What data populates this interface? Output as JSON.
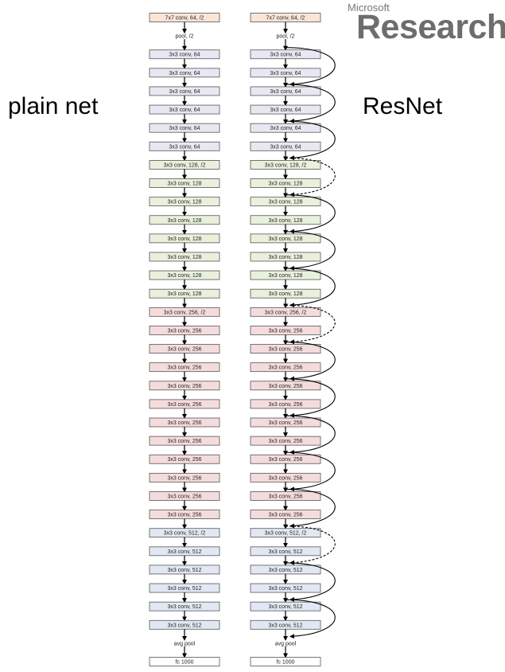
{
  "labels": {
    "plain": "plain net",
    "resnet": "ResNet",
    "logo_small": "Microsoft",
    "logo_big": "Research"
  },
  "colors": {
    "stem": "#fbe5d6",
    "stage64": "#e8e8f2",
    "stage128": "#e9f0dc",
    "stage256": "#f5dcdc",
    "stage512": "#e2e8f3",
    "plain_box": "#ffffff",
    "border": "#555555"
  },
  "layers": [
    {
      "label": "7x7 conv, 64, /2",
      "kind": "stem",
      "boxed": true
    },
    {
      "label": "pool, /2",
      "kind": "plain",
      "boxed": false
    },
    {
      "label": "3x3 conv, 64",
      "kind": "stage64",
      "boxed": true
    },
    {
      "label": "3x3 conv, 64",
      "kind": "stage64",
      "boxed": true
    },
    {
      "label": "3x3 conv, 64",
      "kind": "stage64",
      "boxed": true
    },
    {
      "label": "3x3 conv, 64",
      "kind": "stage64",
      "boxed": true
    },
    {
      "label": "3x3 conv, 64",
      "kind": "stage64",
      "boxed": true
    },
    {
      "label": "3x3 conv, 64",
      "kind": "stage64",
      "boxed": true
    },
    {
      "label": "3x3 conv, 128, /2",
      "kind": "stage128",
      "boxed": true
    },
    {
      "label": "3x3 conv, 128",
      "kind": "stage128",
      "boxed": true
    },
    {
      "label": "3x3 conv, 128",
      "kind": "stage128",
      "boxed": true
    },
    {
      "label": "3x3 conv, 128",
      "kind": "stage128",
      "boxed": true
    },
    {
      "label": "3x3 conv, 128",
      "kind": "stage128",
      "boxed": true
    },
    {
      "label": "3x3 conv, 128",
      "kind": "stage128",
      "boxed": true
    },
    {
      "label": "3x3 conv, 128",
      "kind": "stage128",
      "boxed": true
    },
    {
      "label": "3x3 conv, 128",
      "kind": "stage128",
      "boxed": true
    },
    {
      "label": "3x3 conv, 256, /2",
      "kind": "stage256",
      "boxed": true
    },
    {
      "label": "3x3 conv, 256",
      "kind": "stage256",
      "boxed": true
    },
    {
      "label": "3x3 conv, 256",
      "kind": "stage256",
      "boxed": true
    },
    {
      "label": "3x3 conv, 256",
      "kind": "stage256",
      "boxed": true
    },
    {
      "label": "3x3 conv, 256",
      "kind": "stage256",
      "boxed": true
    },
    {
      "label": "3x3 conv, 256",
      "kind": "stage256",
      "boxed": true
    },
    {
      "label": "3x3 conv, 256",
      "kind": "stage256",
      "boxed": true
    },
    {
      "label": "3x3 conv, 256",
      "kind": "stage256",
      "boxed": true
    },
    {
      "label": "3x3 conv, 256",
      "kind": "stage256",
      "boxed": true
    },
    {
      "label": "3x3 conv, 256",
      "kind": "stage256",
      "boxed": true
    },
    {
      "label": "3x3 conv, 256",
      "kind": "stage256",
      "boxed": true
    },
    {
      "label": "3x3 conv, 256",
      "kind": "stage256",
      "boxed": true
    },
    {
      "label": "3x3 conv, 512, /2",
      "kind": "stage512",
      "boxed": true
    },
    {
      "label": "3x3 conv, 512",
      "kind": "stage512",
      "boxed": true
    },
    {
      "label": "3x3 conv, 512",
      "kind": "stage512",
      "boxed": true
    },
    {
      "label": "3x3 conv, 512",
      "kind": "stage512",
      "boxed": true
    },
    {
      "label": "3x3 conv, 512",
      "kind": "stage512",
      "boxed": true
    },
    {
      "label": "3x3 conv, 512",
      "kind": "stage512",
      "boxed": true
    },
    {
      "label": "avg pool",
      "kind": "plain",
      "boxed": false
    },
    {
      "label": "fc 1000",
      "kind": "plain_box",
      "boxed": true
    }
  ],
  "shortcuts": [
    {
      "from": 2,
      "to": 4,
      "style": "solid"
    },
    {
      "from": 4,
      "to": 6,
      "style": "solid"
    },
    {
      "from": 6,
      "to": 8,
      "style": "solid"
    },
    {
      "from": 8,
      "to": 10,
      "style": "dashed"
    },
    {
      "from": 10,
      "to": 12,
      "style": "solid"
    },
    {
      "from": 12,
      "to": 14,
      "style": "solid"
    },
    {
      "from": 14,
      "to": 16,
      "style": "solid"
    },
    {
      "from": 16,
      "to": 18,
      "style": "dashed"
    },
    {
      "from": 18,
      "to": 20,
      "style": "solid"
    },
    {
      "from": 20,
      "to": 22,
      "style": "solid"
    },
    {
      "from": 22,
      "to": 24,
      "style": "solid"
    },
    {
      "from": 24,
      "to": 26,
      "style": "solid"
    },
    {
      "from": 26,
      "to": 28,
      "style": "solid"
    },
    {
      "from": 28,
      "to": 30,
      "style": "dashed"
    },
    {
      "from": 30,
      "to": 32,
      "style": "solid"
    },
    {
      "from": 32,
      "to": 34,
      "style": "solid"
    }
  ]
}
